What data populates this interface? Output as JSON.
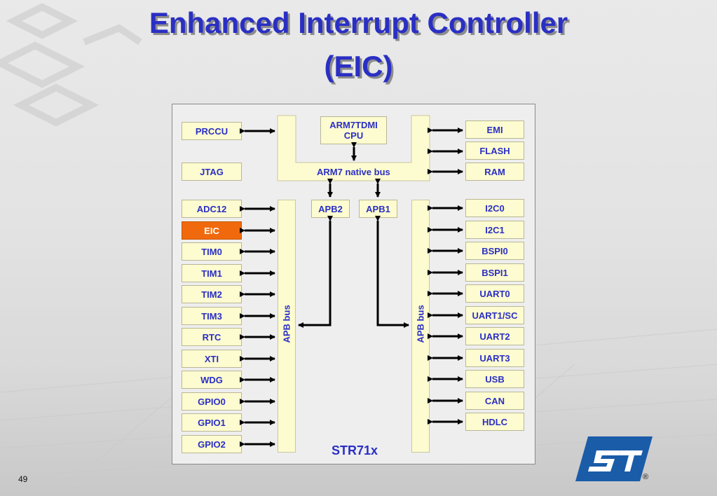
{
  "title": {
    "line1": "Enhanced Interrupt Controller",
    "line2": "(EIC)"
  },
  "diagram": {
    "chip_name": "STR71x",
    "cpu": {
      "line1": "ARM7TDMI",
      "line2": "CPU"
    },
    "native_bus_label": "ARM7 native bus",
    "bridges": [
      "APB2",
      "APB1"
    ],
    "apb_bus_label": "APB bus",
    "left_top": [
      "PRCCU",
      "JTAG"
    ],
    "left_peripherals": [
      "ADC12",
      "EIC",
      "TIM0",
      "TIM1",
      "TIM2",
      "TIM3",
      "RTC",
      "XTI",
      "WDG",
      "GPIO0",
      "GPIO1",
      "GPIO2"
    ],
    "right_top": [
      "EMI",
      "FLASH",
      "RAM"
    ],
    "right_peripherals": [
      "I2C0",
      "I2C1",
      "BSPI0",
      "BSPI1",
      "UART0",
      "UART1/SC",
      "UART2",
      "UART3",
      "USB",
      "CAN",
      "HDLC"
    ],
    "highlighted": "EIC",
    "colors": {
      "text": "#2a2fc4",
      "box_fill": "#fdfbd0",
      "highlight": "#f06a0d"
    }
  },
  "footer": {
    "page_number": "49",
    "logo": "ST",
    "registered_mark": "®"
  }
}
